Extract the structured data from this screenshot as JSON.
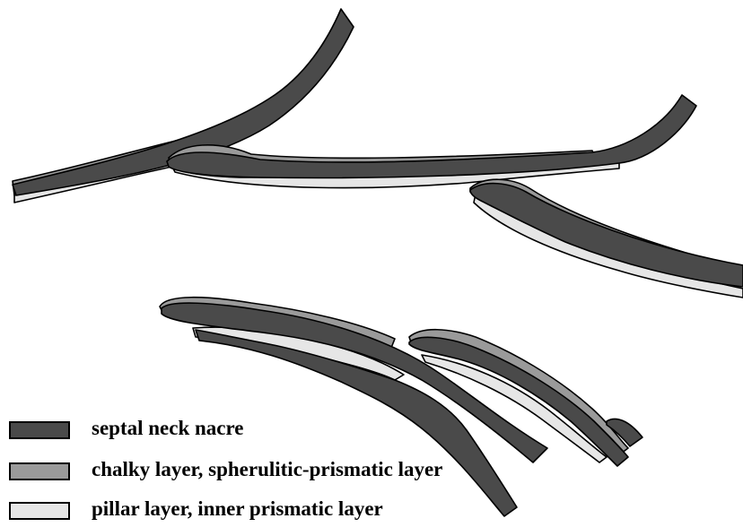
{
  "colors": {
    "nacre": "#4a4a4a",
    "chalky": "#9a9a9a",
    "pillar": "#e6e6e6",
    "outline": "#000000"
  },
  "legend": {
    "items": [
      {
        "label": "septal neck nacre",
        "swatch": "nacre"
      },
      {
        "label": "chalky layer, spherulitic-prismatic layer",
        "swatch": "chalky"
      },
      {
        "label": "pillar layer, inner prismatic layer",
        "swatch": "pillar"
      }
    ]
  }
}
